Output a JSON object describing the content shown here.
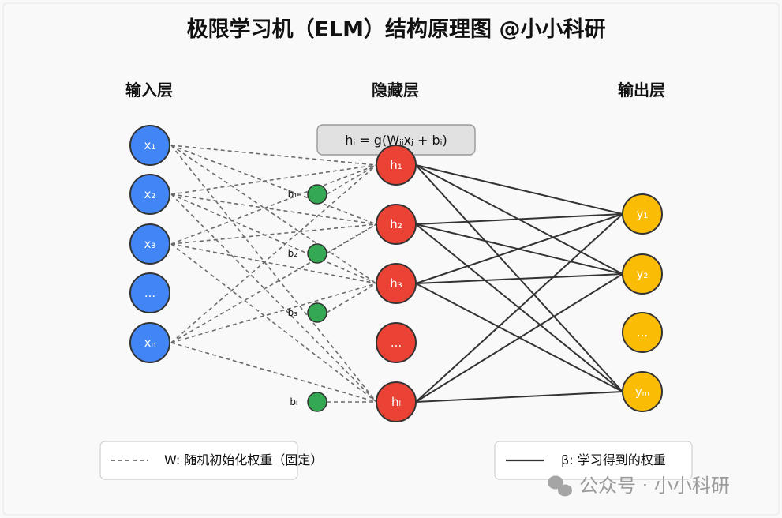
{
  "title": "极限学习机（ELM）结构原理图 @小小科研",
  "layers": {
    "input": "输入层",
    "hidden": "隐藏层",
    "output": "输出层"
  },
  "formula": "hᵢ = g(Wᵢⱼxⱼ + bᵢ)",
  "input_nodes": [
    "x₁",
    "x₂",
    "x₃",
    "...",
    "xₙ"
  ],
  "hidden_nodes": [
    "h₁",
    "h₂",
    "h₃",
    "...",
    "hₗ"
  ],
  "output_nodes": [
    "y₁",
    "y₂",
    "...",
    "yₘ"
  ],
  "bias_nodes": [
    "b₁",
    "b₂",
    "b₃",
    "bₗ"
  ],
  "legend": {
    "dashed": "W: 随机初始化权重（固定）",
    "solid": "β: 学习得到的权重"
  },
  "watermark": "公众号 · 小小科研",
  "colors": {
    "input": "#4285f4",
    "hidden": "#ea4335",
    "output": "#fbbc05",
    "bias": "#34a853",
    "stroke": "#333333",
    "dashed_line": "#6b6b6b",
    "solid_line": "#333333"
  }
}
